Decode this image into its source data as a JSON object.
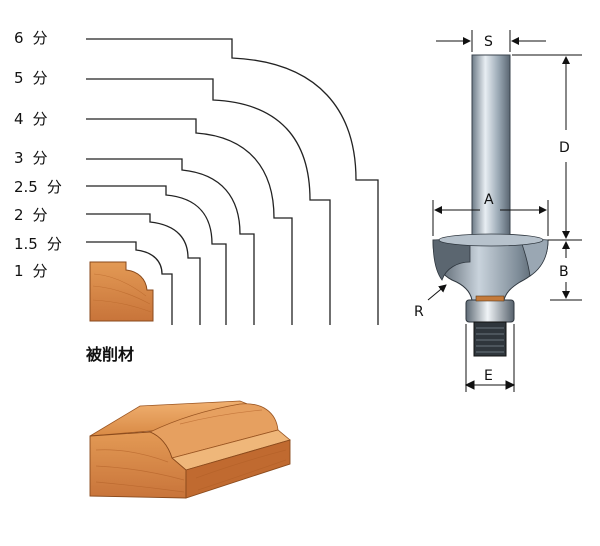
{
  "profile_sizes": [
    {
      "num": "6",
      "unit": "分"
    },
    {
      "num": "5",
      "unit": "分"
    },
    {
      "num": "4",
      "unit": "分"
    },
    {
      "num": "3",
      "unit": "分"
    },
    {
      "num": "2.5",
      "unit": "分"
    },
    {
      "num": "2",
      "unit": "分"
    },
    {
      "num": "1.5",
      "unit": "分"
    },
    {
      "num": "1",
      "unit": "分"
    }
  ],
  "workpiece_label": "被削材",
  "bit_dimensions": {
    "shank": "S",
    "length": "D",
    "cutter": "A",
    "height": "B",
    "radius": "R",
    "bearing": "E"
  },
  "colors": {
    "wood": "#d98a45",
    "wood_dark": "#b5652a",
    "line": "#222222",
    "steel": "#8fa0b0"
  }
}
